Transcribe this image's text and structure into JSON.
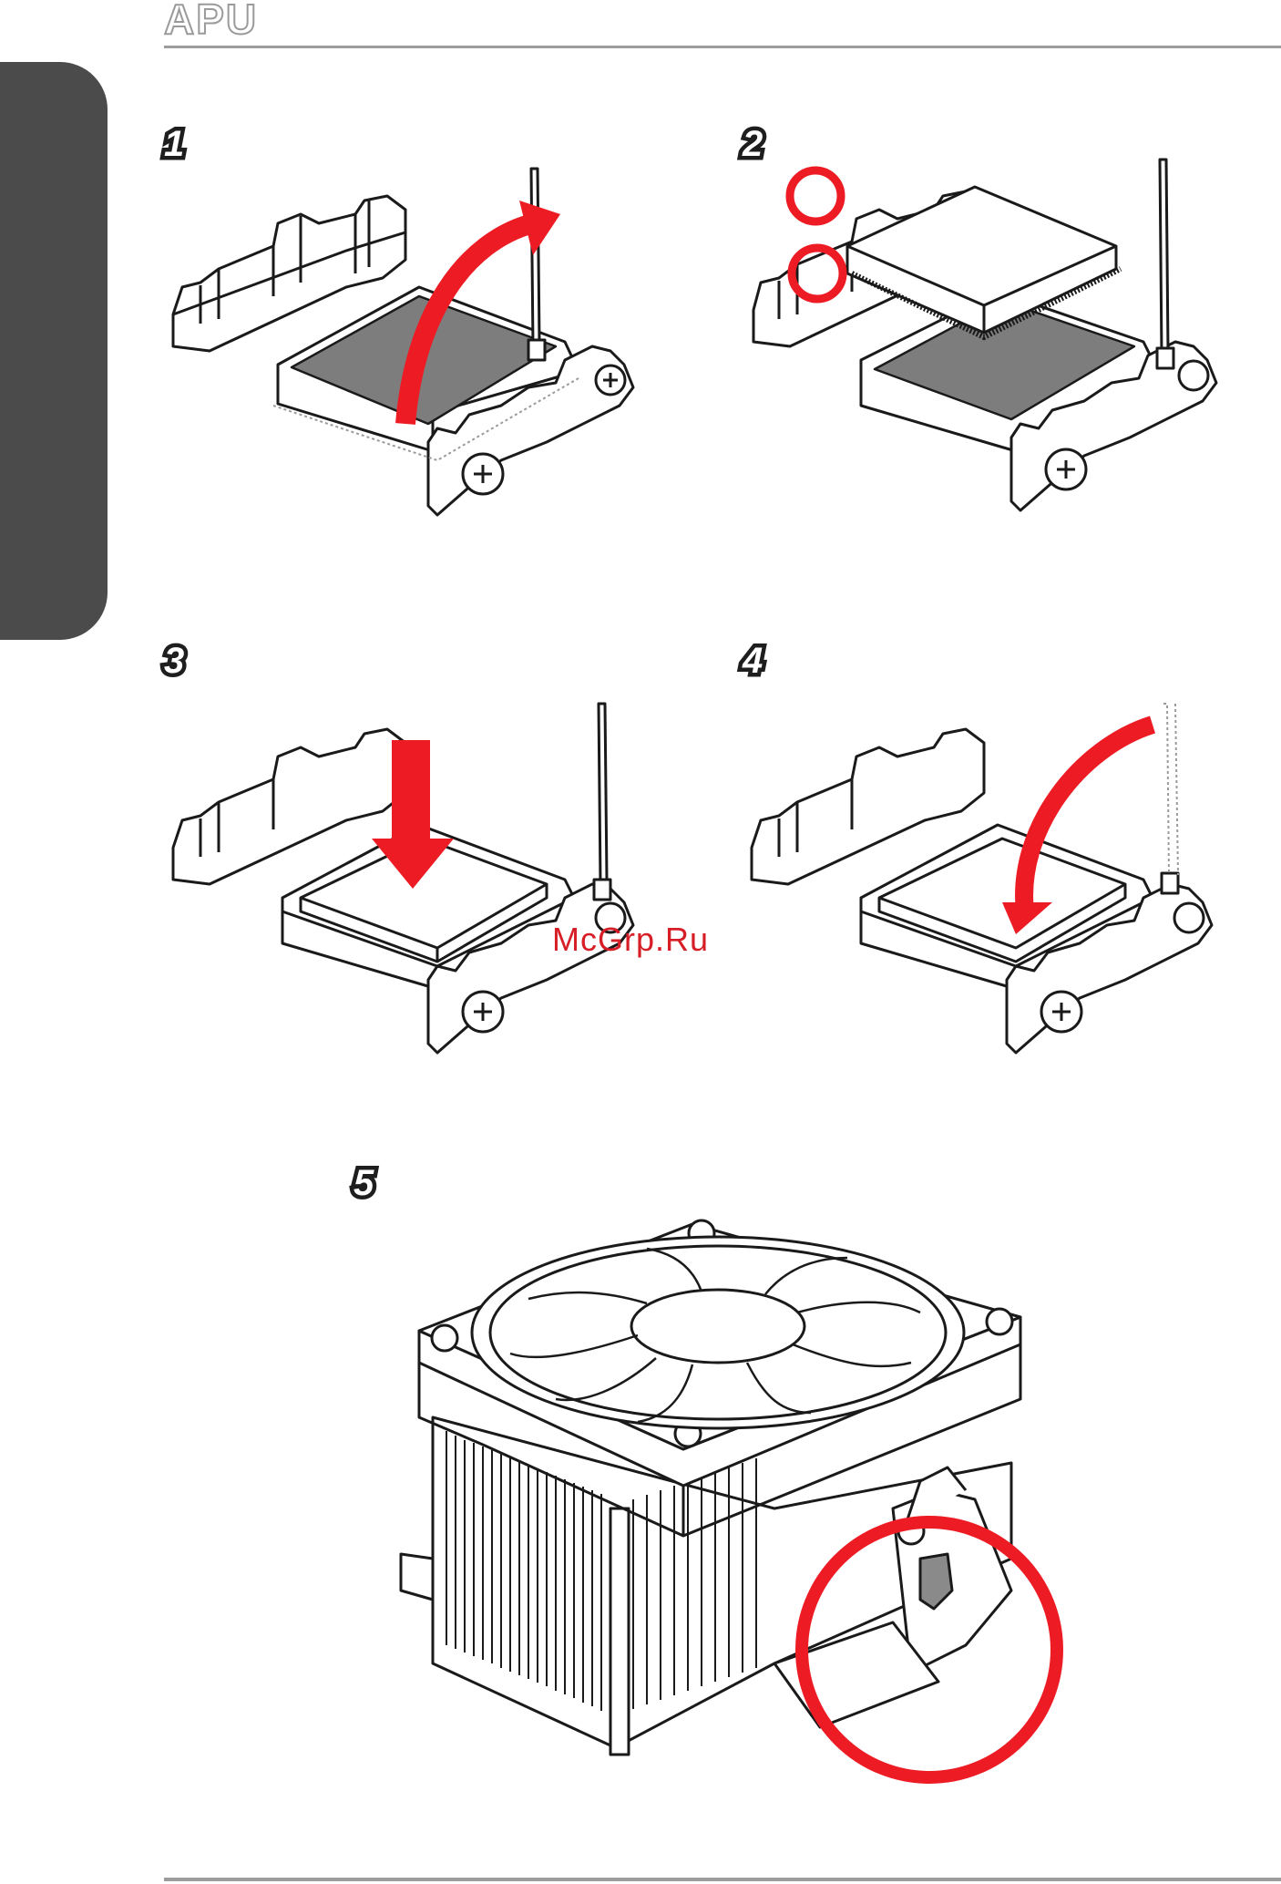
{
  "header": {
    "title": "APU"
  },
  "steps": [
    {
      "number": "1"
    },
    {
      "number": "2"
    },
    {
      "number": "3"
    },
    {
      "number": "4"
    },
    {
      "number": "5"
    }
  ],
  "watermark": {
    "text": "McGrp.Ru"
  },
  "colors": {
    "accent": "#ed1c24",
    "side_tab": "#4b4b4b",
    "rule": "#9c9c9c",
    "pad": "#7d7d7d"
  },
  "icons": [
    "cpu-socket-illustration",
    "cpu-chip-illustration",
    "heatsink-fan-illustration",
    "red-arrow",
    "red-circle-highlight"
  ]
}
